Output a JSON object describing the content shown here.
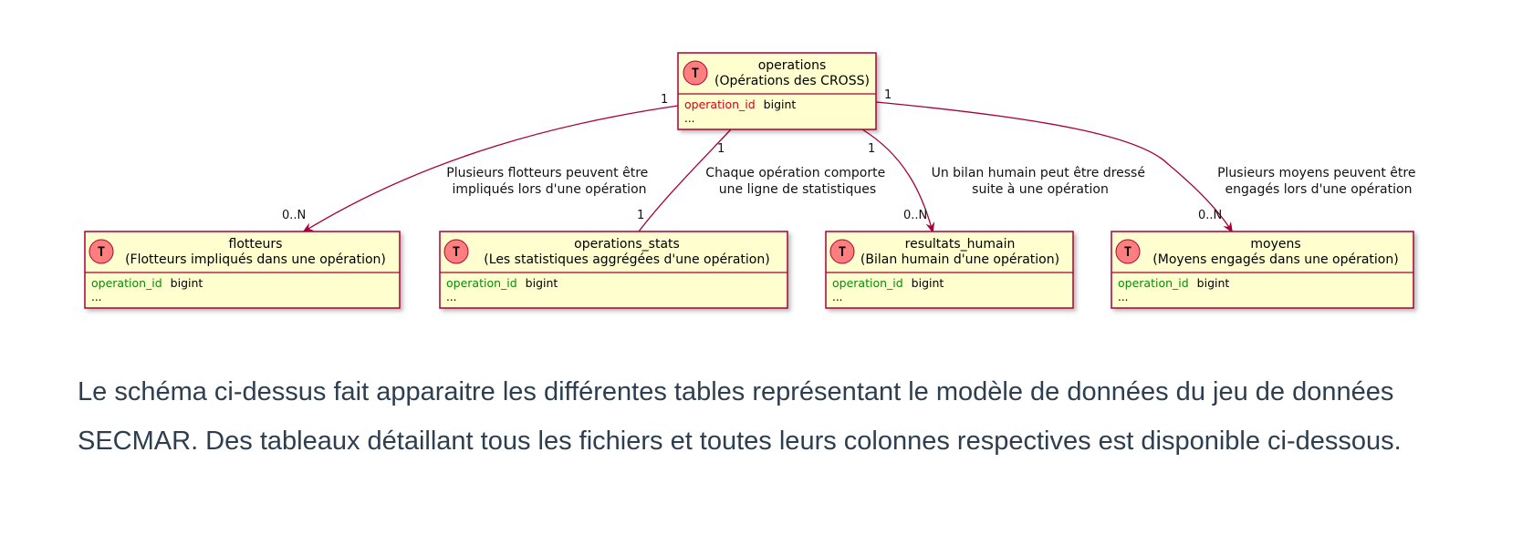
{
  "diagram": {
    "center": {
      "name": "operations",
      "subtitle": "(Opérations des CROSS)",
      "badge": "T",
      "field_name": "operation_id",
      "field_type": "bigint",
      "more": "..."
    },
    "tables": [
      {
        "name": "flotteurs",
        "subtitle": "(Flotteurs impliqués dans une opération)",
        "badge": "T",
        "field_name": "operation_id",
        "field_type": "bigint",
        "more": "...",
        "relation_label": [
          "Plusieurs flotteurs peuvent être",
          "impliqués lors d'une opération"
        ],
        "mult_source": "1",
        "mult_target": "0..N"
      },
      {
        "name": "operations_stats",
        "subtitle": "(Les statistiques aggrégées d'une opération)",
        "badge": "T",
        "field_name": "operation_id",
        "field_type": "bigint",
        "more": "...",
        "relation_label": [
          "Chaque opération comporte",
          "une ligne de statistiques"
        ],
        "mult_source": "1",
        "mult_target": "1"
      },
      {
        "name": "resultats_humain",
        "subtitle": "(Bilan humain d'une opération)",
        "badge": "T",
        "field_name": "operation_id",
        "field_type": "bigint",
        "more": "...",
        "relation_label": [
          "Un bilan humain peut être dressé",
          "suite à une opération"
        ],
        "mult_source": "1",
        "mult_target": "0..N"
      },
      {
        "name": "moyens",
        "subtitle": "(Moyens engagés dans une opération)",
        "badge": "T",
        "field_name": "operation_id",
        "field_type": "bigint",
        "more": "...",
        "relation_label": [
          "Plusieurs moyens peuvent être",
          "engagés lors d'une opération"
        ],
        "mult_source": "1",
        "mult_target": "0..N"
      }
    ],
    "colors": {
      "entity_fill": "#fefece",
      "entity_border": "#a80036",
      "badge_fill": "#ff7f7f",
      "link": "#a80036",
      "primary_key": "#d6001c",
      "foreign_key": "#0a8a0a"
    }
  },
  "text": {
    "paragraph": "Le schéma ci-dessus fait apparaitre les différentes tables représentant le modèle de données du jeu de données SECMAR. Des tableaux détaillant tous les fichiers et toutes leurs colonnes respectives est disponible ci-dessous."
  }
}
